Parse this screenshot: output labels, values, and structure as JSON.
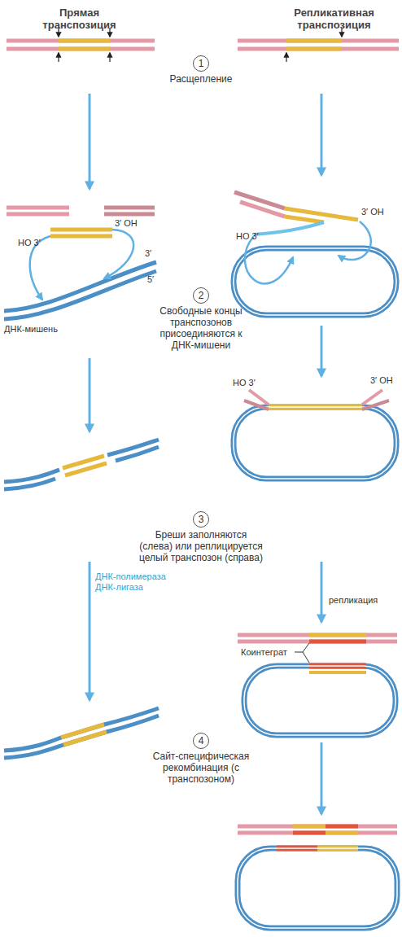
{
  "diagram": {
    "nodes": [
      {
        "text": [
          "1",
          "Расщепление"
        ]
      },
      {
        "text": [
          "2",
          "Свободные концы транспозонов присоединяются к ДНК-мишени"
        ]
      },
      {
        "text": [
          "3",
          "Бреши заполняются (слева) или реплицируется целый транспозон (справа)"
        ]
      },
      {
        "text": [
          "4",
          "Сайт-специфическая рекомбинация (с транспозоном)"
        ]
      }
    ],
    "labels": [
      "Прямая транспозиция",
      "Репликативная транспозиция",
      "3′ OH",
      "HO 3′",
      "3′",
      "5′",
      "ДНК-мишень",
      "3′ OH",
      "HO 3′",
      "HO 3′",
      "3′ OH",
      "ДНК-полимераза ДНК-лигаза",
      "репликация",
      "Коинтеграт"
    ]
  }
}
